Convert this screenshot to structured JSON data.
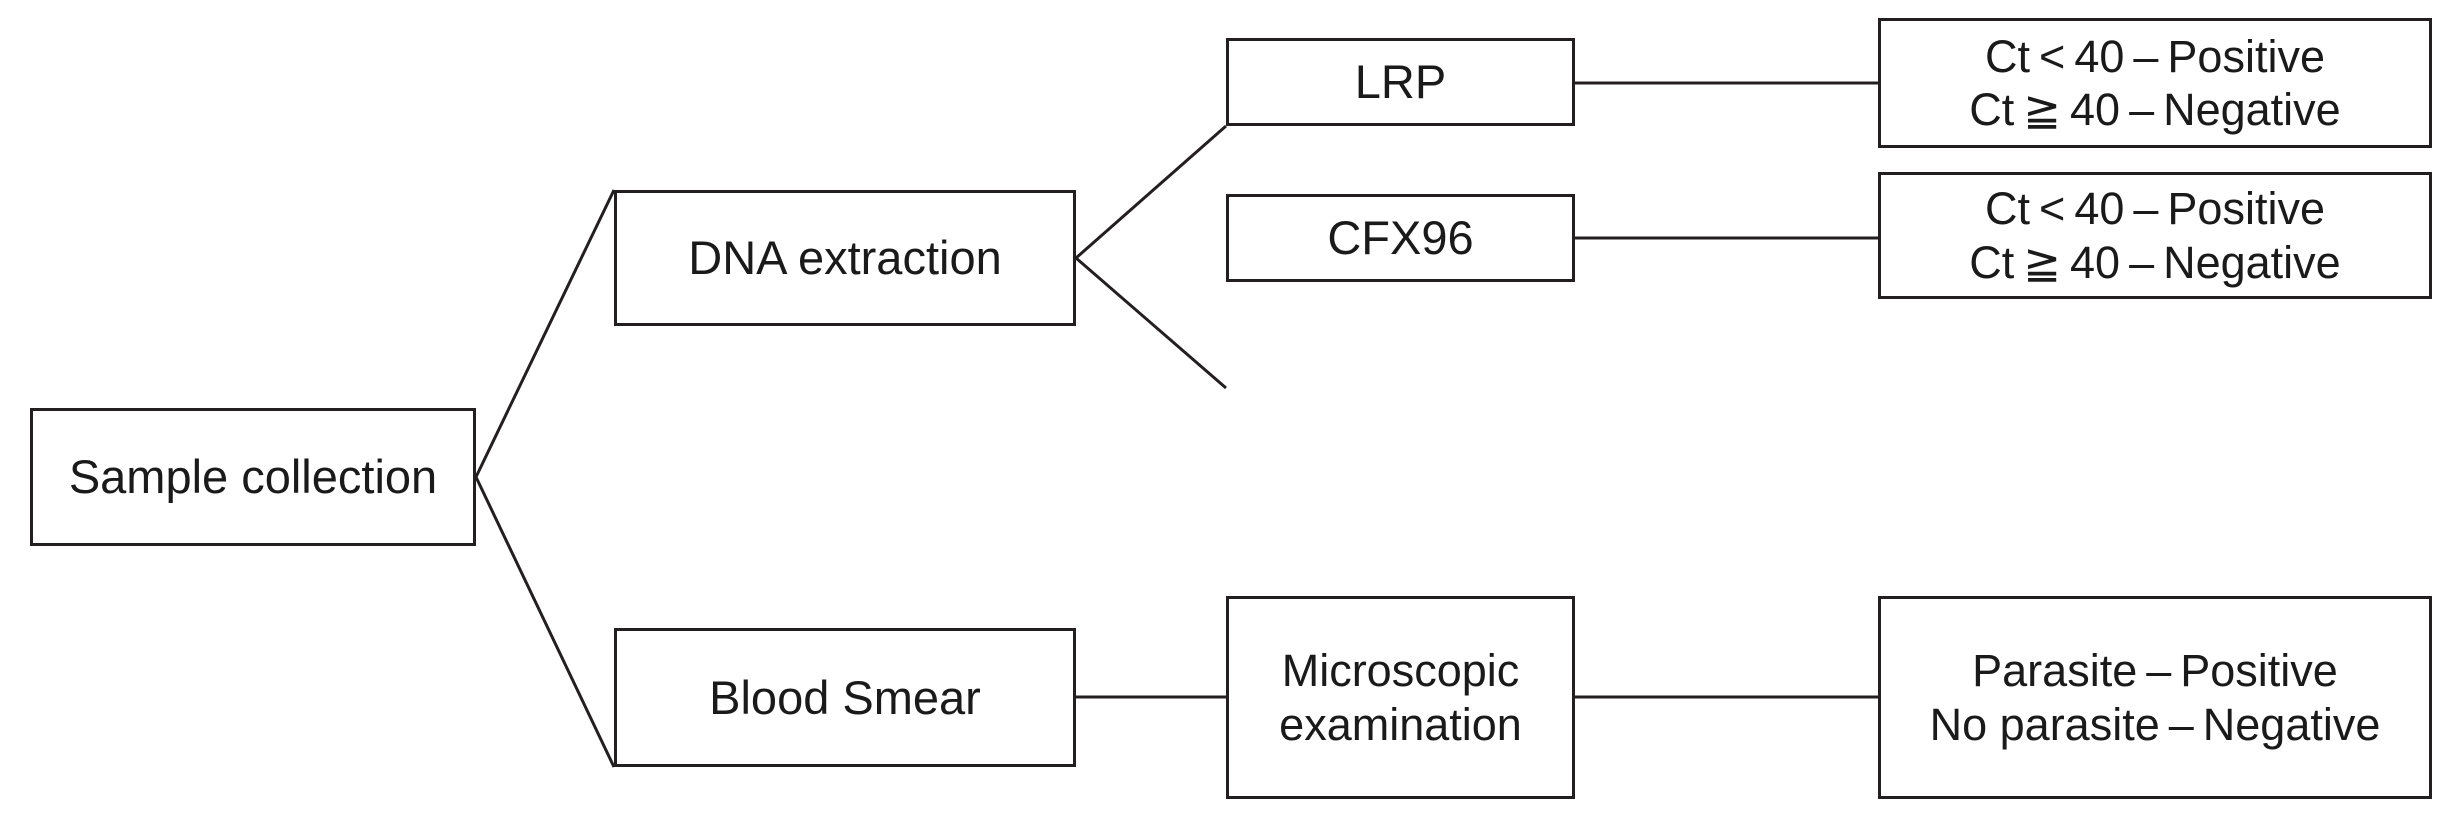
{
  "diagram": {
    "title": "Malaria diagnostic workflow flowchart",
    "line_color": "#231f20",
    "background_color": "#ffffff",
    "nodes": {
      "sample_collection": {
        "label": "Sample collection"
      },
      "dna_extraction": {
        "label": "DNA extraction"
      },
      "blood_smear": {
        "label": "Blood Smear"
      },
      "lrp": {
        "label": "LRP"
      },
      "cfx96": {
        "label": "CFX96"
      },
      "microscopic_examination": {
        "line1": "Microscopic",
        "line2": "examination"
      },
      "lrp_result": {
        "line1": "Ct < 40 – Positive",
        "line2": "Ct ≧ 40 – Negative"
      },
      "cfx96_result": {
        "line1": "Ct < 40 – Positive",
        "line2": "Ct ≧ 40 – Negative"
      },
      "smear_result": {
        "line1": "Parasite – Positive",
        "line2": "No parasite – Negative"
      }
    },
    "edges": [
      {
        "from": "sample_collection",
        "to": "dna_extraction",
        "style": "diagonal"
      },
      {
        "from": "sample_collection",
        "to": "blood_smear",
        "style": "diagonal"
      },
      {
        "from": "dna_extraction",
        "to": "lrp",
        "style": "diagonal"
      },
      {
        "from": "dna_extraction",
        "to": "cfx96",
        "style": "diagonal"
      },
      {
        "from": "lrp",
        "to": "lrp_result",
        "style": "horizontal"
      },
      {
        "from": "cfx96",
        "to": "cfx96_result",
        "style": "horizontal"
      },
      {
        "from": "blood_smear",
        "to": "microscopic_examination",
        "style": "horizontal"
      },
      {
        "from": "microscopic_examination",
        "to": "smear_result",
        "style": "horizontal"
      }
    ]
  }
}
